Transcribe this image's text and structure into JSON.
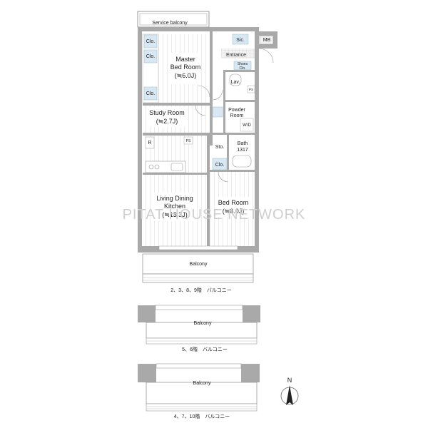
{
  "watermark": "PITAT HOUSE NETWORK",
  "north_label": "N",
  "rooms": {
    "service_balcony": "Service balcony",
    "mb": "MB",
    "cl1": "Clo.",
    "cl2": "Clo.",
    "cl3": "Clo.",
    "master_name": "Master",
    "master_name2": "Bed Room",
    "master_size": "(≒6.0J)",
    "sic": "Sic.",
    "entrance": "Entrance",
    "shoes_clo_1": "Shoes",
    "shoes_clo_2": "Clo.",
    "lav": "Lav.",
    "ps": "PS",
    "powder_1": "Powder",
    "powder_2": "Room",
    "wd": "W/D",
    "study_name": "Study Room",
    "study_size": "(≒2.7J)",
    "r": "R",
    "ps2": "PS",
    "sto": "Sto.",
    "bath": "Bath",
    "bath_size": "1317",
    "cl4": "Clo.",
    "ldk_1": "Living Dining",
    "ldk_2": "Kitchen",
    "ldk_size": "(≒13.3J)",
    "bed_name": "Bed Room",
    "bed_size": "(≒6.0J)",
    "balcony": "Balcony"
  },
  "variants": [
    {
      "caption": "2、3、8、9階　バルコニー",
      "balcony_label": "Balcony"
    },
    {
      "caption": "5、6階　バルコニー",
      "balcony_label": "Balcony"
    },
    {
      "caption": "4、7、10階　バルコニー",
      "balcony_label": "Balcony"
    }
  ],
  "colors": {
    "wall": "#a9a9a9",
    "closet": "#d7e8f4",
    "floor_line": "#c8c8c8",
    "tile": "#e6e6e6"
  }
}
